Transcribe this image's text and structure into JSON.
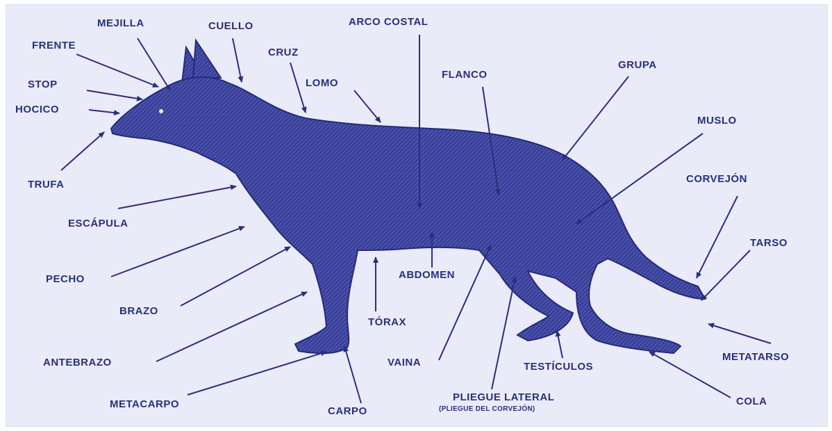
{
  "colors": {
    "ink": "#2a2f7c",
    "dog": "#2e3488",
    "background": "#e9ebf8"
  },
  "labels": {
    "mejilla": "MEJILLA",
    "cuello": "CUELLO",
    "arco_costal": "ARCO COSTAL",
    "frente": "FRENTE",
    "cruz": "CRUZ",
    "lomo": "LOMO",
    "flanco": "FLANCO",
    "grupa": "GRUPA",
    "stop": "STOP",
    "hocico": "HOCICO",
    "muslo": "MUSLO",
    "trufa": "TRUFA",
    "corvejon": "CORVEJÓN",
    "escapula": "ESCÁPULA",
    "tarso": "TARSO",
    "pecho": "PECHO",
    "abdomen": "ABDOMEN",
    "brazo": "BRAZO",
    "torax": "TÓRAX",
    "antebrazo": "ANTEBRAZO",
    "vaina": "VAINA",
    "testiculos": "TESTÍCULOS",
    "metatarso": "METATARSO",
    "metacarpo": "METACARPO",
    "carpo": "CARPO",
    "pliegue_lateral": "PLIEGUE LATERAL",
    "pliegue_sub": "(PLIEGUE DEL CORVEJÓN)",
    "cola": "COLA"
  }
}
